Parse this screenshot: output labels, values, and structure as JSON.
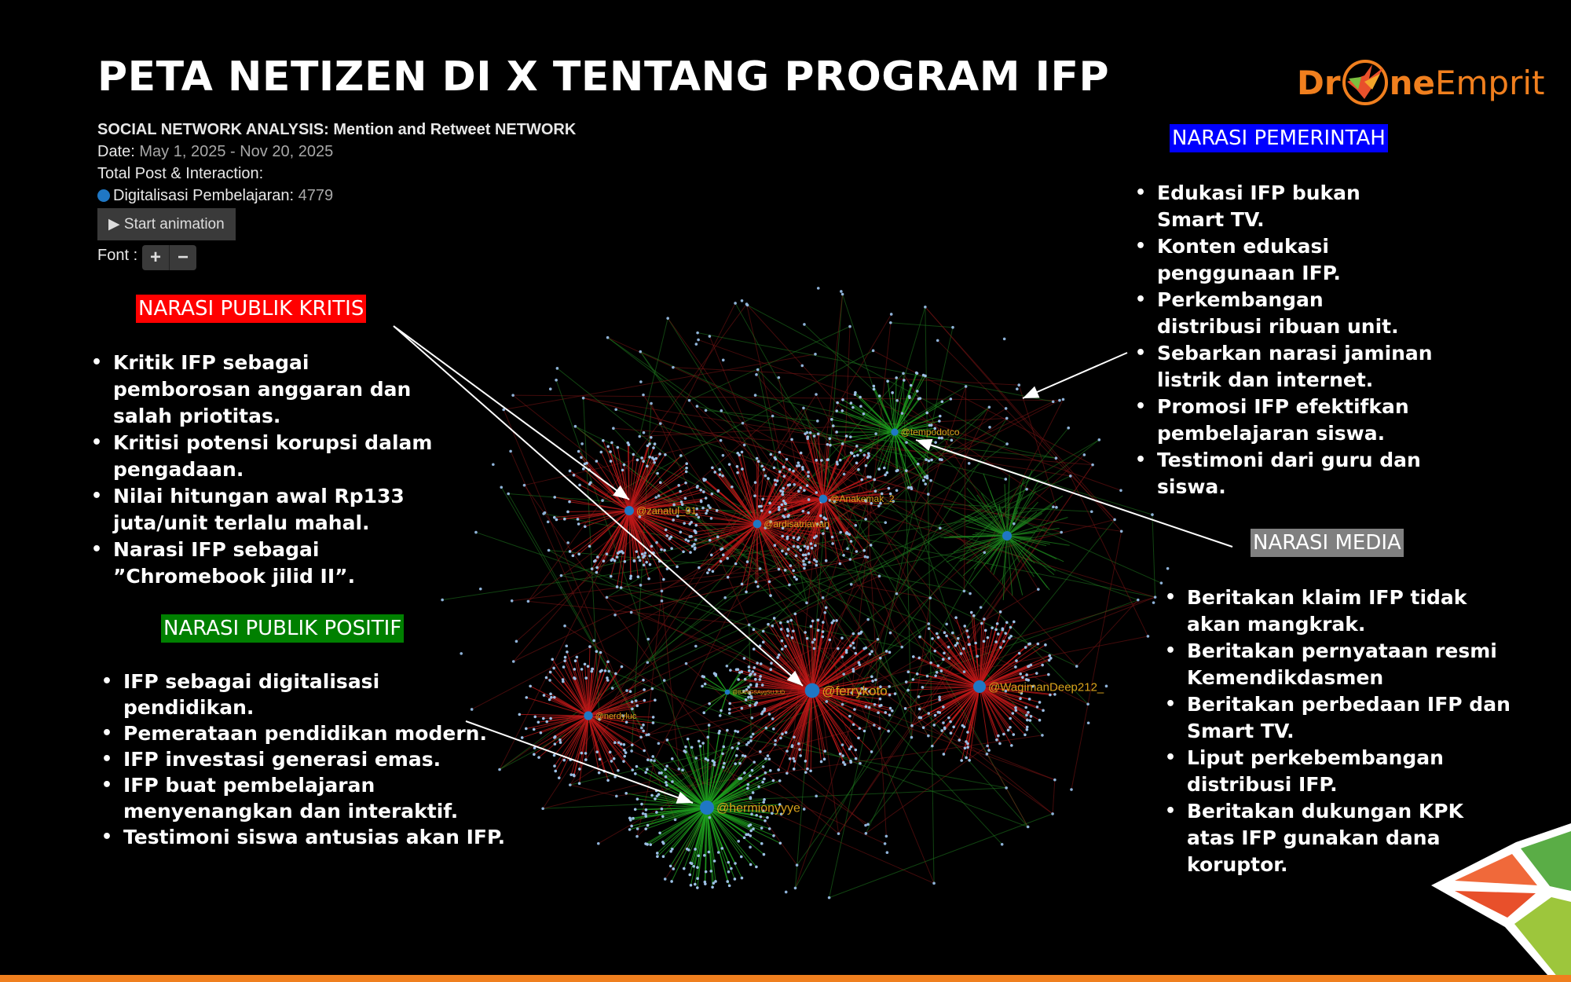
{
  "title": "PETA NETIZEN DI X TENTANG PROGRAM IFP",
  "logo": {
    "text_left": "Dr",
    "text_bold": "ne",
    "text_right": "Emprit"
  },
  "sna": {
    "heading": "SOCIAL NETWORK ANALYSIS: Mention and Retweet NETWORK",
    "date_label": "Date:",
    "date_value": "May 1, 2025 - Nov 20, 2025",
    "total_label": "Total Post & Interaction:",
    "series_label": "Digitalisasi Pembelajaran:",
    "series_value": "4779",
    "series_color": "#1f77c4",
    "animation_button": "▶ Start animation",
    "font_label": "Font :",
    "font_plus": "+",
    "font_minus": "−"
  },
  "narasi_kritis": {
    "label": "NARASI PUBLIK KRITIS",
    "color": "#ff0000",
    "items": [
      "Kritik IFP sebagai pemborosan anggaran dan salah priotitas.",
      "Kritisi potensi korupsi dalam pengadaan.",
      "Nilai hitungan awal Rp133 juta/unit terlalu mahal.",
      "Narasi IFP sebagai ”Chromebook jilid II”."
    ]
  },
  "narasi_positif": {
    "label": "NARASI PUBLIK POSITIF",
    "color": "#008000",
    "items": [
      "IFP sebagai digitalisasi pendidikan.",
      "Pemerataan pendidikan modern.",
      "IFP investasi generasi emas.",
      "IFP buat pembelajaran menyenangkan dan interaktif.",
      "Testimoni siswa antusias akan IFP."
    ]
  },
  "narasi_pemerintah": {
    "label": "NARASI PEMERINTAH",
    "color": "#0000ff",
    "items": [
      "Edukasi IFP bukan Smart TV.",
      "Konten edukasi penggunaan IFP.",
      "Perkembangan distribusi ribuan unit.",
      "Sebarkan narasi jaminan listrik dan internet.",
      "Promosi IFP efektifkan pembelajaran siswa.",
      "Testimoni dari guru dan siswa."
    ]
  },
  "narasi_media": {
    "label": "NARASI MEDIA",
    "color": "#808080",
    "items": [
      "Beritakan klaim IFP tidak akan mangkrak.",
      "Beritakan pernyataan resmi Kemendikdasmen",
      "Beritakan perbedaan IFP dan Smart TV.",
      "Liput perkebembangan distribusi IFP.",
      "Beritakan dukungan KPK atas IFP gunakan dana koruptor."
    ]
  },
  "network": {
    "node_color": "#1f77c4",
    "label_color": "#d9a21b",
    "hubs": [
      {
        "id": "zanatul_91",
        "label": "@zanatul_91",
        "sentiment": "negative"
      },
      {
        "id": "ardisatriawan",
        "label": "@ardisatriawan",
        "sentiment": "negative"
      },
      {
        "id": "Anakemak_2",
        "label": "@Anakemak_2",
        "sentiment": "negative"
      },
      {
        "id": "tempodotco",
        "label": "@tempodotco",
        "sentiment": "positive"
      },
      {
        "id": "ferrykoto",
        "label": "@ferrykoto",
        "sentiment": "negative"
      },
      {
        "id": "WagimanDeep212_",
        "label": "@WagimanDeep212_",
        "sentiment": "negative"
      },
      {
        "id": "nerdyluc",
        "label": "@nerdyluc",
        "sentiment": "negative"
      },
      {
        "id": "hermionyyye",
        "label": "@hermionyyye",
        "sentiment": "positive"
      },
      {
        "id": "BANGSAygSUJUD",
        "label": "@BANGSAygSUJUD",
        "sentiment": "positive"
      }
    ]
  }
}
